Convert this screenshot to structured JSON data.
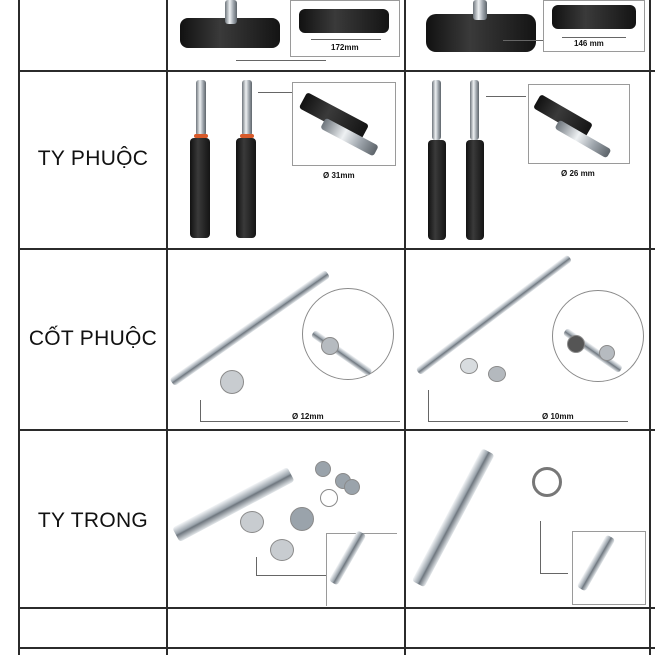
{
  "rows": [
    {
      "id": "triple-clamp",
      "label": ""
    },
    {
      "id": "fork-tube",
      "label": "TY PHUỘC"
    },
    {
      "id": "axle",
      "label": "CỐT PHUỘC"
    },
    {
      "id": "inner-tube",
      "label": "TY TRONG"
    },
    {
      "id": "empty",
      "label": ""
    }
  ],
  "columns": {
    "left": {
      "triple_clamp_dim": "172mm",
      "fork_dim": "Ø 31mm",
      "axle_dim": "Ø 12mm"
    },
    "right": {
      "triple_clamp_dim": "146 mm",
      "fork_dim": "Ø 26 mm",
      "axle_dim": "Ø 10mm"
    }
  },
  "colors": {
    "grid": "#2b2b2b",
    "steel": "#9aa3ab",
    "fork_black": "#141414",
    "accent_ring": "#d85a2a"
  }
}
